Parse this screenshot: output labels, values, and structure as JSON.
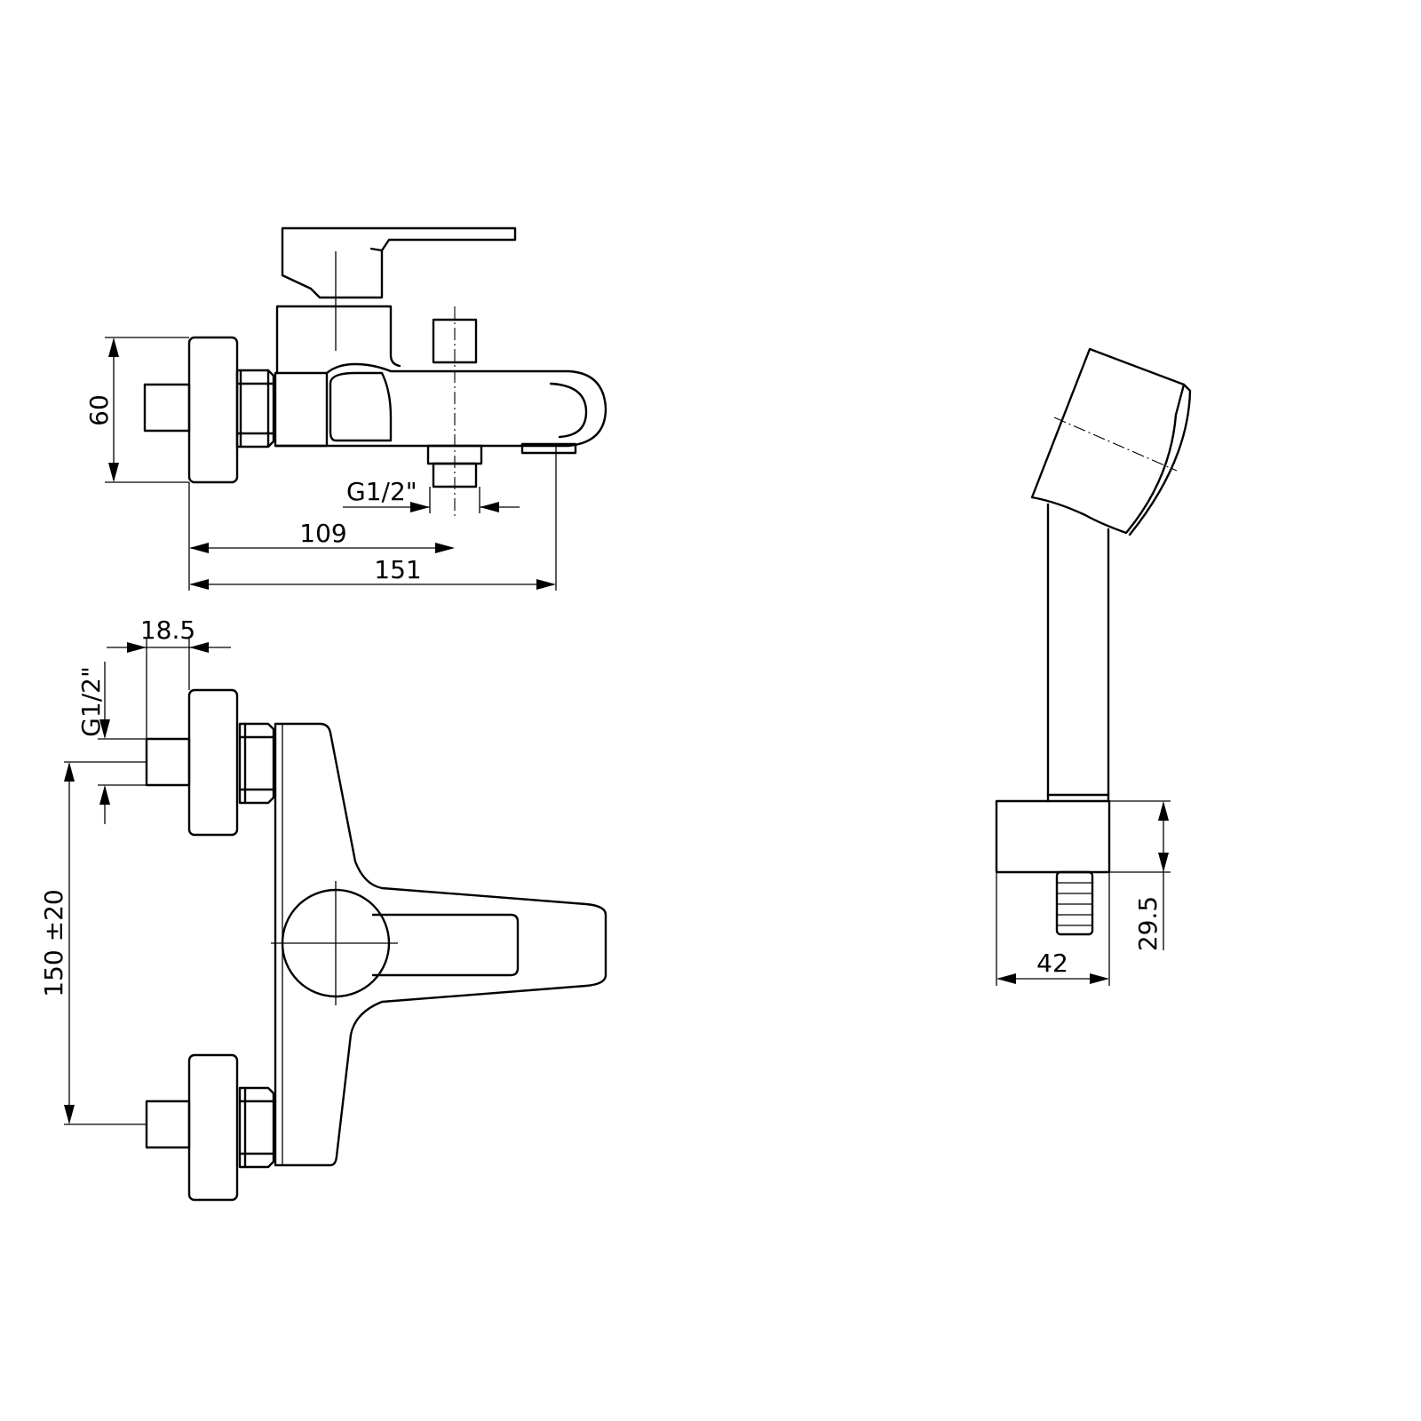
{
  "dimensions": {
    "height_60": "60",
    "thread_top": "G1/2\"",
    "dist_109": "109",
    "dist_151": "151",
    "width_18_5": "18.5",
    "thread_front": "G1/2\"",
    "centers_150": "150 ±20",
    "holder_height": "29.5",
    "holder_width": "42"
  },
  "colors": {
    "line": "#000000",
    "background": "#ffffff"
  }
}
